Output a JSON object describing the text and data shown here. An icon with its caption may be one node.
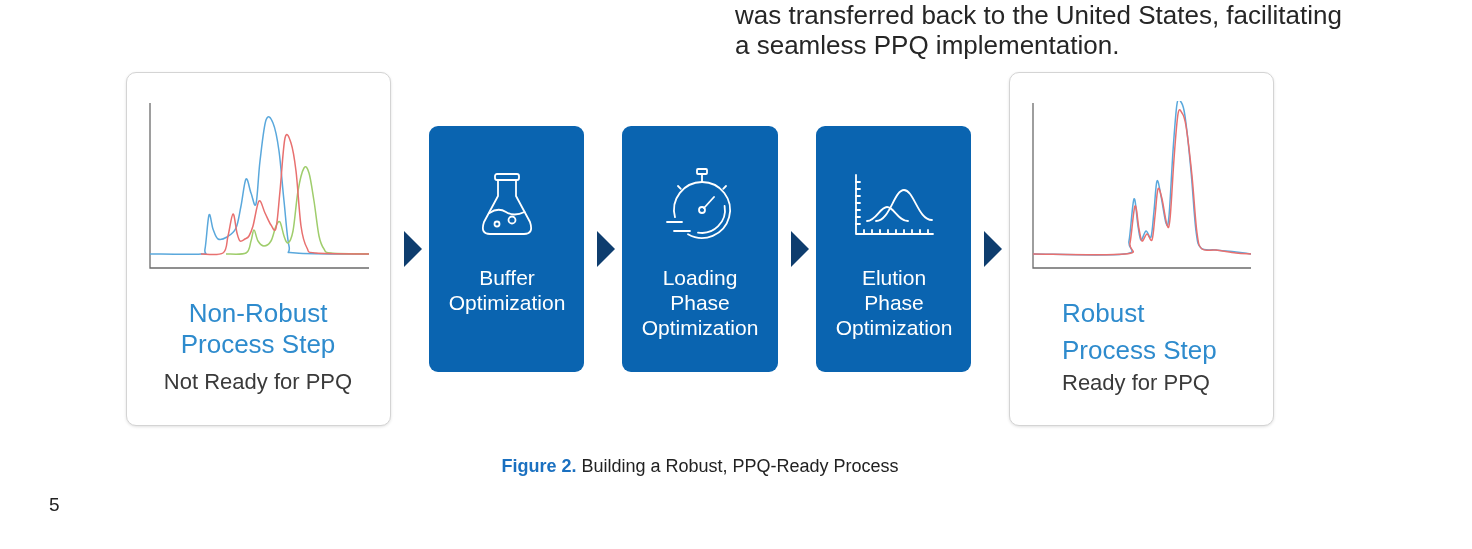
{
  "diagram": {
    "caption": "**Figure 2.** Building a Robust, PPQ-Ready Process",
    "nodes": [
      {
        "text": [
          "Non-Robust Process Step",
          "Not Ready for PPQ"
        ]
      },
      {
        "text": [
          "Buffer Optimization"
        ]
      },
      {
        "text": [
          "Loading Phase Optimization"
        ]
      },
      {
        "text": [
          "Elution Phase Optimization"
        ]
      },
      {
        "text": [
          "Robust Process Step",
          "Ready for PPQ"
        ]
      }
    ],
    "edges": [
      {
        "from": 0,
        "to": 1,
        "arrow": "to"
      },
      {
        "from": 1,
        "to": 2,
        "arrow": "to"
      },
      {
        "from": 2,
        "to": 3,
        "arrow": "to"
      },
      {
        "from": 3,
        "to": 4,
        "arrow": "to"
      }
    ],
    "labels": [
      "was transferred back to the United States, facilitating a seamless PPQ implementation.",
      "5"
    ]
  }
}
